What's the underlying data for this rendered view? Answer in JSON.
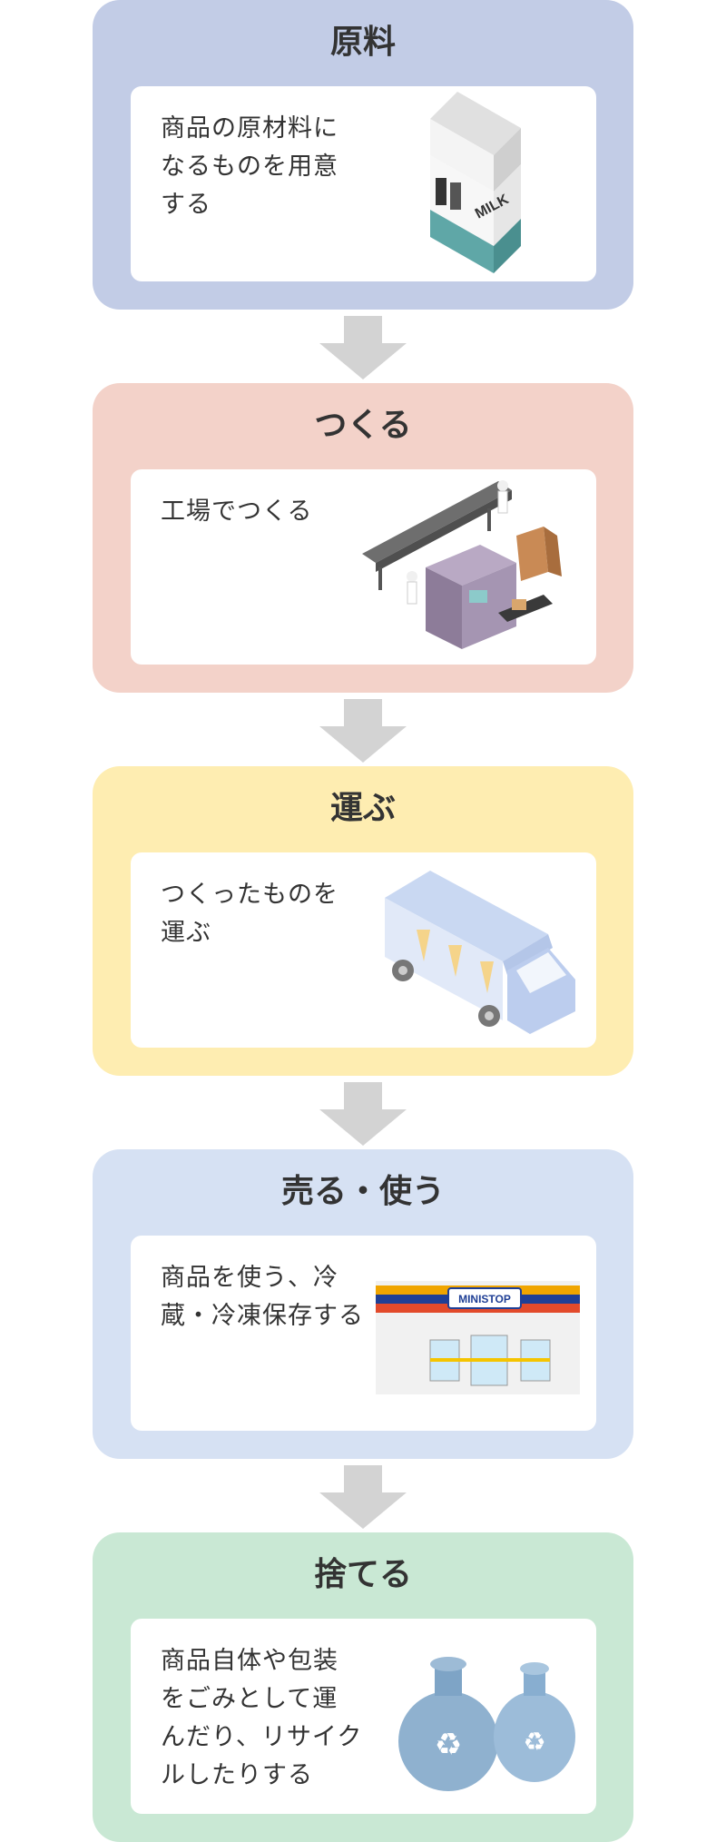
{
  "colors": {
    "stage1_bg": "#c2cce6",
    "stage2_bg": "#f3d2c9",
    "stage3_bg": "#feedb1",
    "stage4_bg": "#d6e1f3",
    "stage5_bg": "#c9e8d4",
    "arrow": "#d3d3d3"
  },
  "stages": [
    {
      "title": "原料",
      "text": "商品の原材料に\nなるものを用意\nする",
      "icon": "milk-carton-icon"
    },
    {
      "title": "つくる",
      "text": "工場でつくる",
      "icon": "factory-line-icon"
    },
    {
      "title": "運ぶ",
      "text": "つくったものを\n運ぶ",
      "icon": "delivery-truck-icon"
    },
    {
      "title": "売る・使う",
      "text": "商品を使う、冷\n蔵・冷凍保存する",
      "icon": "convenience-store-icon",
      "store_sign": "MINISTOP"
    },
    {
      "title": "捨てる",
      "text": "商品自体や包装\nをごみとして運\nんだり、リサイク\nルしたりする",
      "icon": "garbage-bags-icon"
    }
  ],
  "milk_label": "MILK"
}
